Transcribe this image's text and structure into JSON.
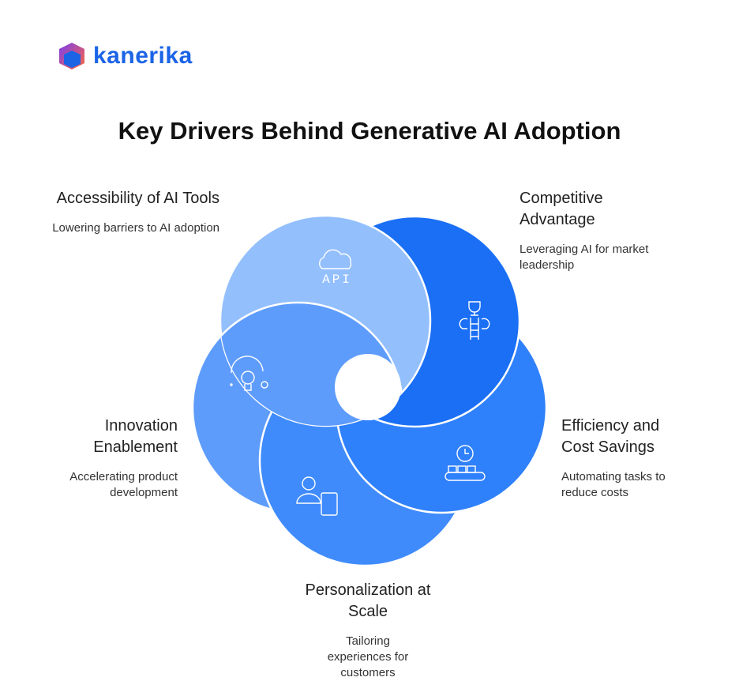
{
  "brand": {
    "name": "kanerika"
  },
  "title": "Key Drivers Behind Generative AI Adoption",
  "drivers": [
    {
      "title": "Accessibility of AI Tools",
      "desc": "Lowering barriers to AI adoption",
      "icon": "cloud-api-icon",
      "icon_text": "API",
      "color": "#93bffd"
    },
    {
      "title": "Competitive Advantage",
      "desc": "Leveraging AI for market leadership",
      "icon": "trophy-ladder-icon",
      "color": "#1a6ff5"
    },
    {
      "title": "Efficiency and Cost Savings",
      "desc": "Automating tasks to reduce costs",
      "icon": "clock-conveyor-icon",
      "color": "#2f80fb"
    },
    {
      "title": "Personalization at Scale",
      "desc": "Tailoring experiences for customers",
      "icon": "person-device-icon",
      "color": "#3f8bfc"
    },
    {
      "title": "Innovation Enablement",
      "desc": "Accelerating product development",
      "icon": "lightbulb-icon",
      "color": "#5e9cfc"
    }
  ]
}
